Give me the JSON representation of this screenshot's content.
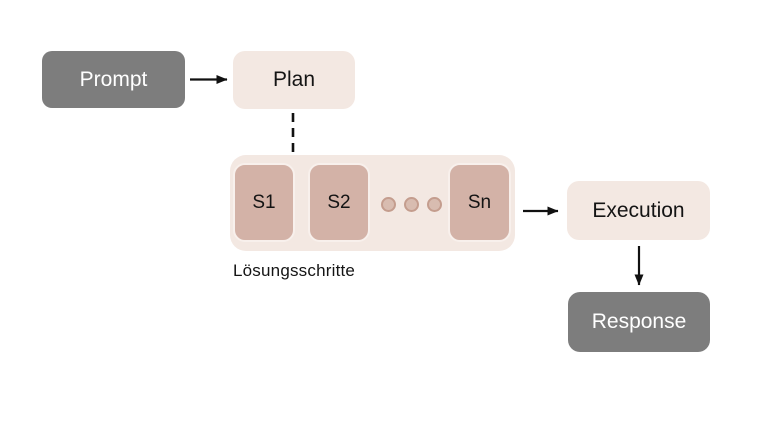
{
  "diagram": {
    "nodes": {
      "prompt": {
        "label": "Prompt"
      },
      "plan": {
        "label": "Plan"
      },
      "execution": {
        "label": "Execution"
      },
      "response": {
        "label": "Response"
      }
    },
    "steps": {
      "group_label": "Lösungsschritte",
      "items": [
        {
          "label": "S1"
        },
        {
          "label": "S2"
        },
        {
          "label": "Sn"
        }
      ],
      "ellipsis_dot_count": 3
    },
    "colors": {
      "node_dark": "#7d7d7d",
      "node_light": "#f3e8e2",
      "step_fill": "#d3b2a7",
      "step_border": "#f8f0ec",
      "dot_fill": "#d8bcb0",
      "dot_border": "#c49d8e",
      "connector": "#111111",
      "text_dark": "#141414",
      "text_light": "#ffffff",
      "background": "#ffffff"
    }
  }
}
